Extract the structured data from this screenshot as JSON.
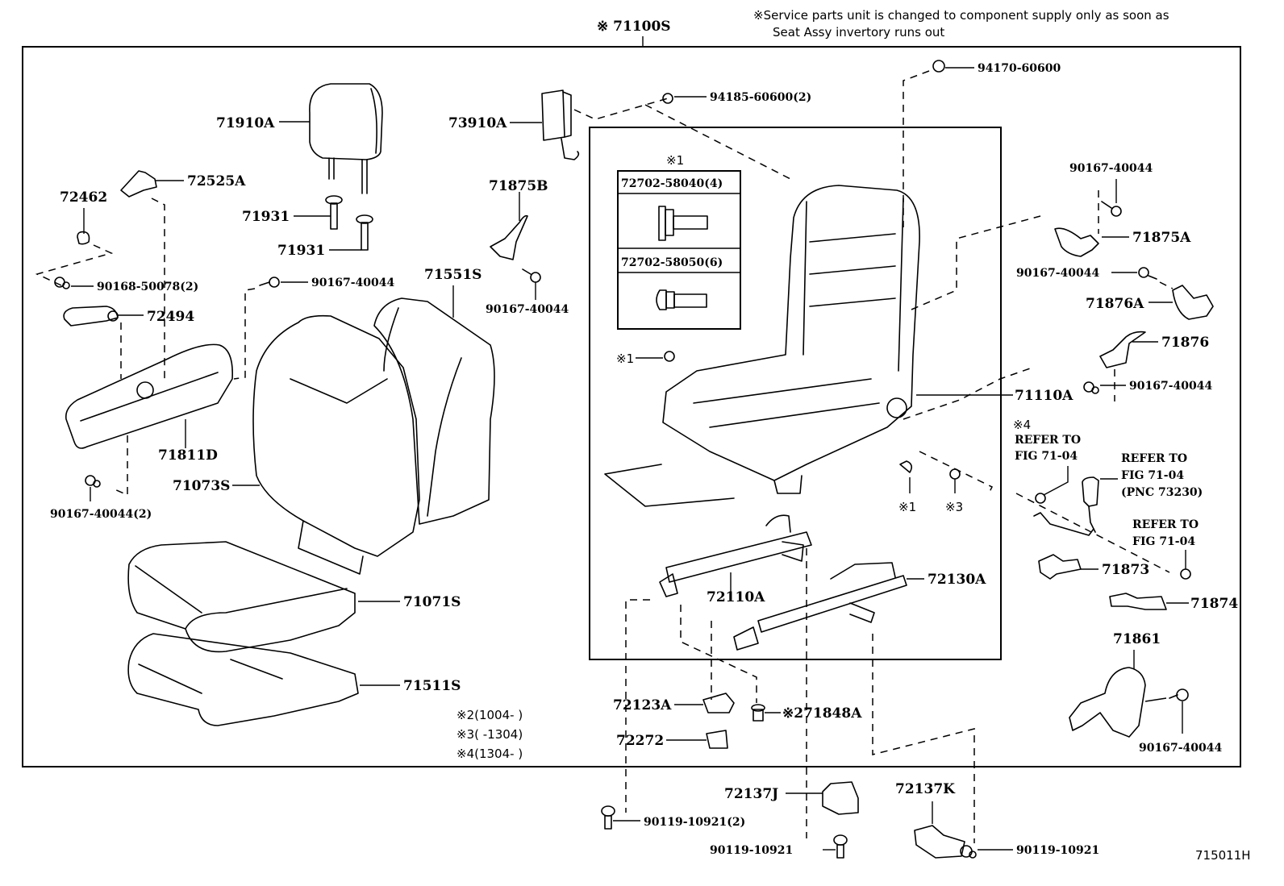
{
  "diagram": {
    "assembly_label": "※ 71100S",
    "note_line1": "※Service parts unit is changed to component supply only as soon as",
    "note_line2": "Seat Assy invertory runs out",
    "figure_id": "715011H",
    "kit_box": {
      "header": "※1",
      "row1": "72702-58040(4)",
      "row2": "72702-58050(6)"
    },
    "footnotes": [
      "※2(1004-      )",
      "※3(      -1304)",
      "※4(1304-      )"
    ],
    "parts": {
      "p71910A": "71910A",
      "p72525A": "72525A",
      "p72462": "72462",
      "p71931a": "71931",
      "p71931b": "71931",
      "p90168": "90168-50078(2)",
      "p90167_left_top": "90167-40044",
      "p72494": "72494",
      "p71551S": "71551S",
      "p71811D": "71811D",
      "p71073S": "71073S",
      "p90167_left_bottom": "90167-40044(2)",
      "p71071S": "71071S",
      "p71511S": "71511S",
      "p73910A": "73910A",
      "p94185": "94185-60600(2)",
      "p94170": "94170-60600",
      "p71875B": "71875B",
      "p90167_mid": "90167-40044",
      "p90167_r1": "90167-40044",
      "p71875A": "71875A",
      "p90167_r2": "90167-40044",
      "p71876A": "71876A",
      "p71876": "71876",
      "p71110A": "71110A",
      "p90167_r3": "90167-40044",
      "p_star1_a": "※1",
      "p_star1_b": "※1",
      "p_star3": "※3",
      "p_star4": "※4",
      "refer1_l1": "REFER TO",
      "refer1_l2": "FIG 71-04",
      "refer2_l1": "REFER TO",
      "refer2_l2": "FIG 71-04",
      "refer2_l3": "(PNC 73230)",
      "refer3_l1": "REFER TO",
      "refer3_l2": "FIG 71-04",
      "p71873": "71873",
      "p71874": "71874",
      "p71861": "71861",
      "p90167_r4": "90167-40044",
      "p72110A": "72110A",
      "p72130A": "72130A",
      "p72123A": "72123A",
      "p72272": "72272",
      "p71848A": "※271848A",
      "p72137J": "72137J",
      "p72137K": "72137K",
      "p90119_2": "90119-10921(2)",
      "p90119_a": "90119-10921",
      "p90119_b": "90119-10921"
    }
  }
}
